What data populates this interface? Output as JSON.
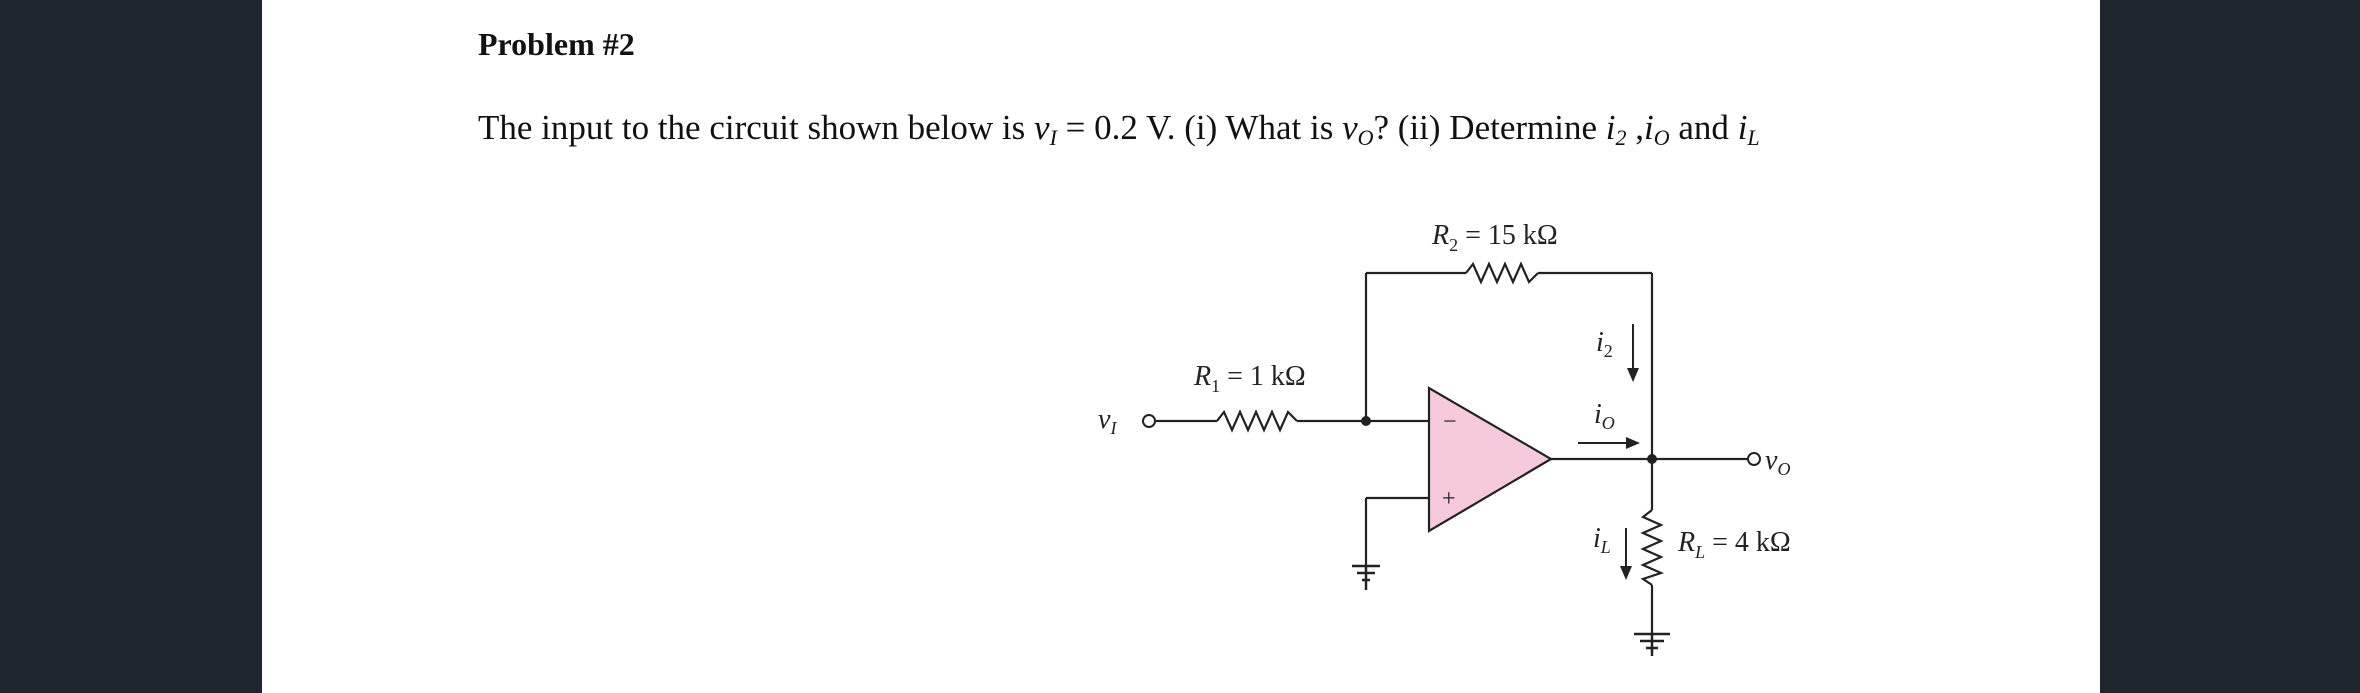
{
  "problem": {
    "title": "Problem #2",
    "question": {
      "p1": "The input to the circuit shown below is ",
      "vI": "v",
      "vI_sub": "I",
      "p2": " = 0.2 V. (i) What is ",
      "vO": "v",
      "vO_sub": "O",
      "p3": "? (ii) Determine ",
      "i2": "i",
      "i2_sub": "2",
      "p4": " ,",
      "iO": "i",
      "iO_sub": "O",
      "p5": " and ",
      "iL": "i",
      "iL_sub": "L"
    }
  },
  "circuit": {
    "r2_label": "R",
    "r2_sub": "2",
    "r2_value": " = 15 kΩ",
    "r1_label": "R",
    "r1_sub": "1",
    "r1_value": " = 1 kΩ",
    "rl_label": "R",
    "rl_sub": "L",
    "rl_value": " = 4 kΩ",
    "vi_label": "v",
    "vi_sub": "I",
    "vo_label": "v",
    "vo_sub": "O",
    "i2_label": "i",
    "i2_sub": "2",
    "io_label": "i",
    "io_sub": "O",
    "il_label": "i",
    "il_sub": "L",
    "minus_sign": "−",
    "plus_sign": "+",
    "opamp_fill": "#f7c9dc"
  }
}
